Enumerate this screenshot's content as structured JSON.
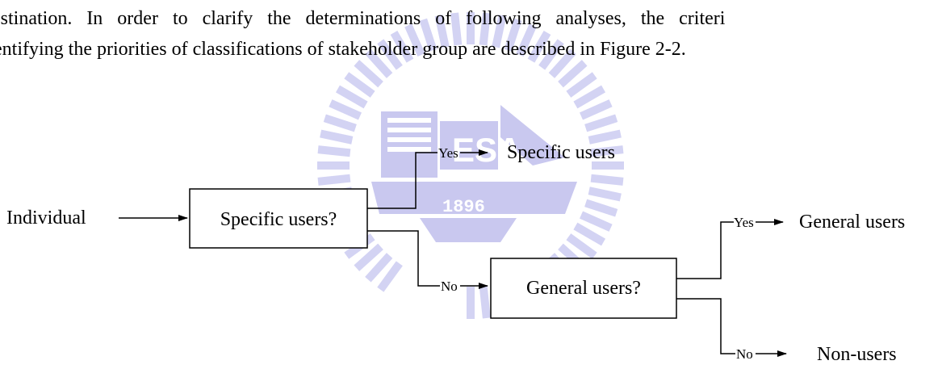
{
  "paragraph": {
    "line1": "estination.  In  order  to  clarify  the  determinations  of  following  analyses,  the  criteri",
    "line2": "entifying the priorities of classifications of stakeholder group are described in Figure 2-2."
  },
  "watermark": {
    "text": "ESA",
    "year": "1896",
    "color": "#c9c8ef"
  },
  "diagram": {
    "input_label": "Individual",
    "node1_label": "Specific users?",
    "node2_label": "General users?",
    "yes_label": "Yes",
    "no_label": "No",
    "out_specific": "Specific users",
    "out_general": "General users",
    "out_nonusers": "Non-users"
  }
}
